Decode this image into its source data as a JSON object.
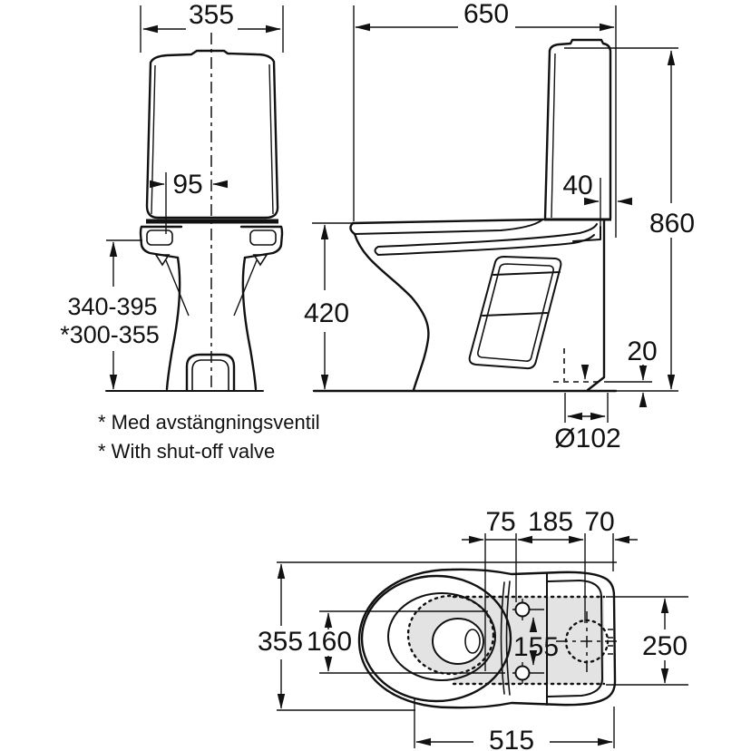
{
  "title": "Toilet installation dimension drawing",
  "dims": {
    "front_width": "355",
    "inlet_offset": "95",
    "install_height_range": "340-395",
    "install_height_range_alt": "*300-355",
    "depth": "650",
    "rear_gap": "40",
    "total_height": "860",
    "bowl_height": "420",
    "outlet_clearance": "20",
    "outlet_diameter": "Ø102",
    "top_seat_to_bolt": "75",
    "top_bolt_to_outlet": "185",
    "top_outlet_to_back": "70",
    "top_width": "355",
    "top_bowl_width": "160",
    "top_bolt_spacing": "155",
    "top_rear_width": "250",
    "top_length": "515"
  },
  "footnotes": {
    "line1": "* Med avstängningsventil",
    "line2": "* With shut-off valve"
  },
  "colors": {
    "line": "#111111",
    "shade": "#e3e3e3",
    "background": "#ffffff"
  }
}
